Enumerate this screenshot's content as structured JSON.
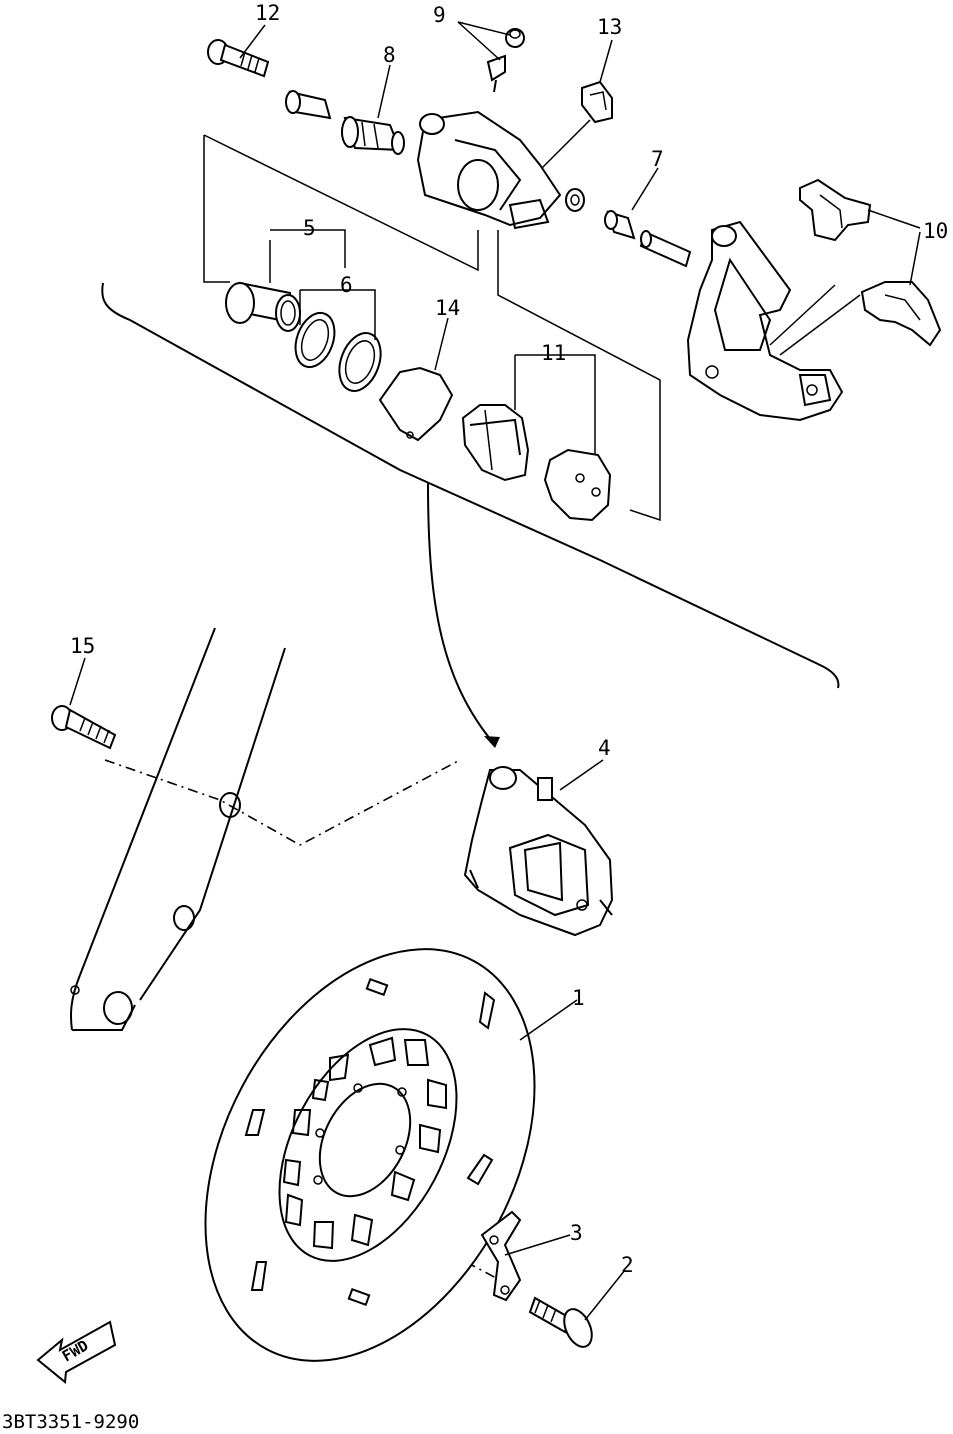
{
  "callouts": [
    {
      "id": "1",
      "text": "1"
    },
    {
      "id": "2",
      "text": "2"
    },
    {
      "id": "3",
      "text": "3"
    },
    {
      "id": "4",
      "text": "4"
    },
    {
      "id": "5",
      "text": "5"
    },
    {
      "id": "6",
      "text": "6"
    },
    {
      "id": "7",
      "text": "7"
    },
    {
      "id": "8",
      "text": "8"
    },
    {
      "id": "9",
      "text": "9"
    },
    {
      "id": "10",
      "text": "10"
    },
    {
      "id": "11",
      "text": "11"
    },
    {
      "id": "12",
      "text": "12"
    },
    {
      "id": "13",
      "text": "13"
    },
    {
      "id": "14",
      "text": "14"
    },
    {
      "id": "15",
      "text": "15"
    }
  ],
  "direction_marker": {
    "text": "FWD"
  },
  "diagram_code": "3BT3351-9290",
  "colors": {
    "ink": "#000000",
    "paper": "#ffffff"
  }
}
